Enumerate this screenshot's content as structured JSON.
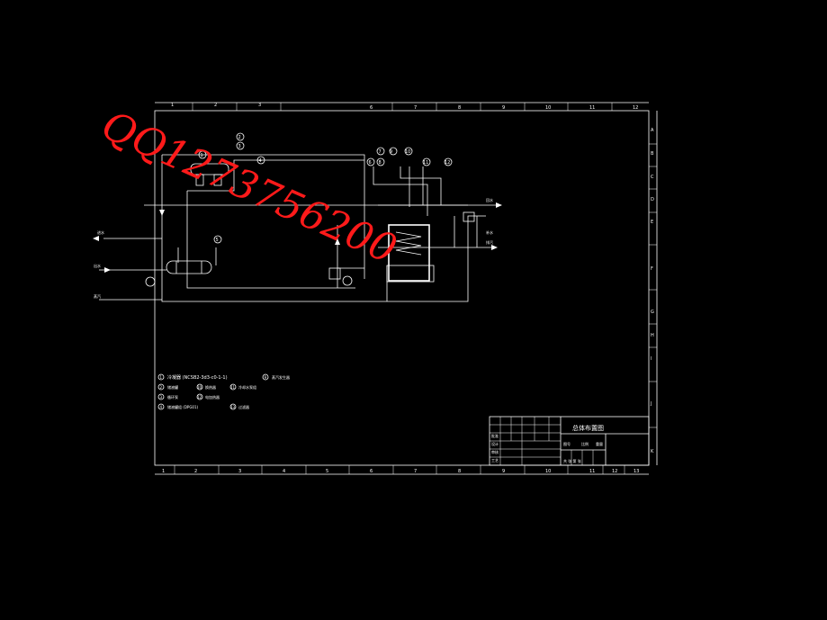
{
  "drawing": {
    "top_ruler": [
      "1",
      "2",
      "3",
      "6",
      "7",
      "8",
      "9",
      "10",
      "11",
      "12"
    ],
    "bottom_ruler": [
      "1",
      "2",
      "3",
      "4",
      "5",
      "6",
      "7",
      "8",
      "9",
      "10",
      "11",
      "12",
      "13"
    ],
    "right_ruler": [
      "A",
      "B",
      "C",
      "D",
      "E",
      "F",
      "G",
      "H",
      "I",
      "J",
      "K"
    ],
    "title_block": {
      "title": "总体布置图",
      "rows": [
        "设计",
        "审核",
        "工艺",
        "批准"
      ],
      "fields": [
        "图号",
        "比例",
        "重量"
      ],
      "sheet": "共 张 第 张"
    },
    "legend": [
      {
        "num": "1",
        "text": "冷凝器 (NCSB2-3d3-c0-1-1)",
        "num2": "9",
        "text2": "蒸汽发生器"
      },
      {
        "num": "2",
        "text": "储液罐",
        "num2": "10",
        "text2": "换热器",
        "num3": "11",
        "text3": "冷却水泵组"
      },
      {
        "num": "3",
        "text": "循环泵",
        "num2": "12",
        "text2": "电加热器"
      },
      {
        "num": "4",
        "text": "储液罐组 (DPG01)",
        "num2": "13",
        "text2": "过滤器"
      }
    ],
    "equip_tags": [
      "1",
      "2",
      "3",
      "4",
      "5",
      "6",
      "7",
      "8",
      "9",
      "10",
      "11",
      "12"
    ],
    "line_labels": [
      "进水",
      "出水",
      "蒸汽",
      "回水",
      "排污",
      "补水"
    ]
  },
  "watermark": {
    "text": "QQ1273756200",
    "color": "#ff1a1a"
  },
  "colors": {
    "background": "#000000",
    "lines": "#ffffff"
  }
}
